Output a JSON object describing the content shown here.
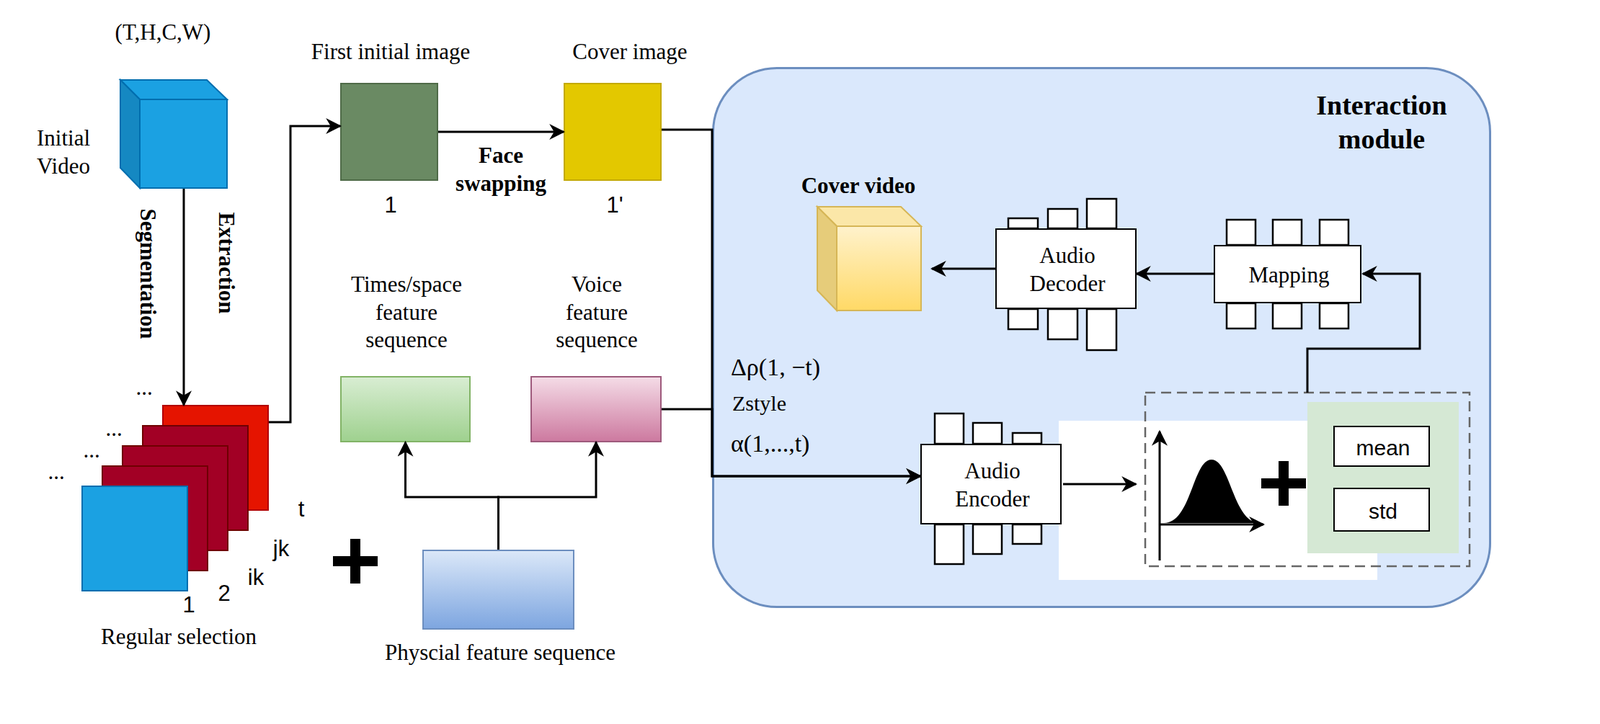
{
  "diagram": {
    "nodes": [
      {
        "text": [
          "Initial Video"
        ]
      },
      {
        "text": [
          "First initial image",
          "1"
        ]
      },
      {
        "text": [
          "Cover image",
          "1'"
        ]
      },
      {
        "text": [
          "Regular selection"
        ]
      },
      {
        "text": [
          "Times/space feature sequence"
        ]
      },
      {
        "text": [
          "Voice feature sequence"
        ]
      },
      {
        "text": [
          "Physcial feature sequence"
        ]
      },
      {
        "text": [
          "Interaction module"
        ]
      },
      {
        "text": [
          "Cover video"
        ],
        "in": 7
      },
      {
        "text": [
          "Audio Decoder"
        ],
        "in": 7
      },
      {
        "text": [
          "Mapping"
        ],
        "in": 7
      },
      {
        "text": [
          "Audio Encoder"
        ],
        "in": 7
      },
      {
        "text": [
          "mean"
        ],
        "in": 7
      },
      {
        "text": [
          "std"
        ],
        "in": 7
      }
    ],
    "edges": [
      {
        "from": 0,
        "to": 3,
        "arrow": "to"
      },
      {
        "from": 1,
        "to": 2,
        "label": "Face swapping",
        "arrow": "to"
      },
      {
        "from": 3,
        "to": 1,
        "arrow": "to"
      },
      {
        "from": 6,
        "to": 4,
        "arrow": "to"
      },
      {
        "from": 6,
        "to": 5,
        "arrow": "to"
      },
      {
        "from": 2,
        "to": 11,
        "arrow": "to"
      },
      {
        "from": 5,
        "to": 11,
        "arrow": "to"
      },
      {
        "from": 10,
        "to": 9,
        "arrow": "to"
      },
      {
        "from": 9,
        "to": 8,
        "arrow": "to"
      }
    ],
    "labels": [
      "(T,H,C,W)",
      "Segmentation",
      "Extraction",
      "...",
      "...",
      "...",
      "...",
      "1",
      "2",
      "ik",
      "jk",
      "t",
      "Δρ(1, −t)",
      "Zstyle",
      "α(1,...,t)"
    ]
  }
}
